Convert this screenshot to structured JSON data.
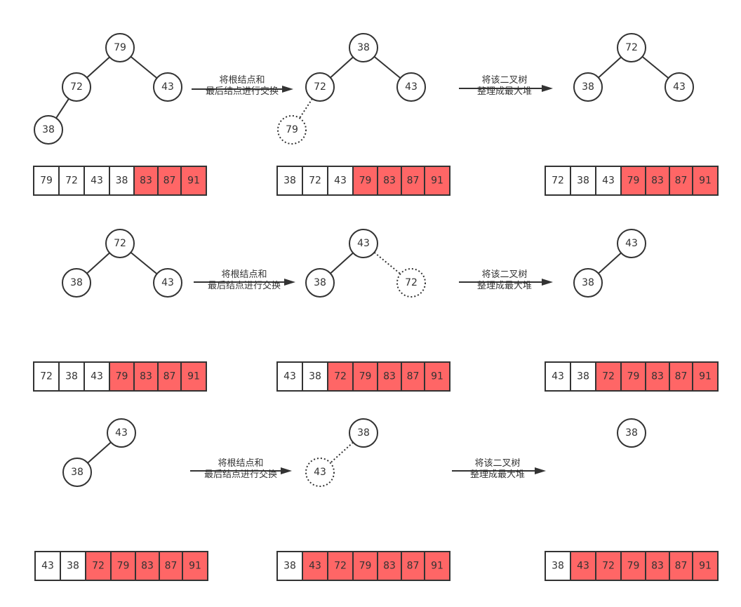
{
  "colors": {
    "sorted": "#ff6666",
    "unsorted": "#ffffff",
    "stroke": "#333333"
  },
  "labels": {
    "swap": [
      "将根结点和",
      "最后结点进行交换"
    ],
    "heapify": [
      "将该二叉树",
      "整理成最大堆"
    ]
  },
  "rows": [
    {
      "stages": [
        {
          "tree": {
            "nodes": [
              {
                "value": "79"
              },
              {
                "value": "72"
              },
              {
                "value": "43"
              },
              {
                "value": "38"
              }
            ],
            "edges": [
              [
                0,
                1,
                "solid"
              ],
              [
                0,
                2,
                "solid"
              ],
              [
                1,
                3,
                "solid"
              ]
            ]
          },
          "array": [
            "79",
            "72",
            "43",
            "38",
            "83",
            "87",
            "91"
          ],
          "sorted_from": 4
        },
        {
          "tree": {
            "nodes": [
              {
                "value": "38"
              },
              {
                "value": "72"
              },
              {
                "value": "43"
              },
              {
                "value": "79",
                "dashed": true
              }
            ],
            "edges": [
              [
                0,
                1,
                "solid"
              ],
              [
                0,
                2,
                "solid"
              ],
              [
                1,
                3,
                "dashed"
              ]
            ]
          },
          "array": [
            "38",
            "72",
            "43",
            "79",
            "83",
            "87",
            "91"
          ],
          "sorted_from": 3
        },
        {
          "tree": {
            "nodes": [
              {
                "value": "72"
              },
              {
                "value": "38"
              },
              {
                "value": "43"
              }
            ],
            "edges": [
              [
                0,
                1,
                "solid"
              ],
              [
                0,
                2,
                "solid"
              ]
            ]
          },
          "array": [
            "72",
            "38",
            "43",
            "79",
            "83",
            "87",
            "91"
          ],
          "sorted_from": 3
        }
      ]
    },
    {
      "stages": [
        {
          "tree": {
            "nodes": [
              {
                "value": "72"
              },
              {
                "value": "38"
              },
              {
                "value": "43"
              }
            ],
            "edges": [
              [
                0,
                1,
                "solid"
              ],
              [
                0,
                2,
                "solid"
              ]
            ]
          },
          "array": [
            "72",
            "38",
            "43",
            "79",
            "83",
            "87",
            "91"
          ],
          "sorted_from": 3
        },
        {
          "tree": {
            "nodes": [
              {
                "value": "43"
              },
              {
                "value": "38"
              },
              {
                "value": "72",
                "dashed": true
              }
            ],
            "edges": [
              [
                0,
                1,
                "solid"
              ],
              [
                0,
                2,
                "dashed"
              ]
            ]
          },
          "array": [
            "43",
            "38",
            "72",
            "79",
            "83",
            "87",
            "91"
          ],
          "sorted_from": 2
        },
        {
          "tree": {
            "nodes": [
              {
                "value": "43"
              },
              {
                "value": "38"
              }
            ],
            "edges": [
              [
                0,
                1,
                "solid"
              ]
            ]
          },
          "array": [
            "43",
            "38",
            "72",
            "79",
            "83",
            "87",
            "91"
          ],
          "sorted_from": 2
        }
      ]
    },
    {
      "stages": [
        {
          "tree": {
            "nodes": [
              {
                "value": "43"
              },
              {
                "value": "38"
              }
            ],
            "edges": [
              [
                0,
                1,
                "solid"
              ]
            ]
          },
          "array": [
            "43",
            "38",
            "72",
            "79",
            "83",
            "87",
            "91"
          ],
          "sorted_from": 2
        },
        {
          "tree": {
            "nodes": [
              {
                "value": "38"
              },
              {
                "value": "43",
                "dashed": true
              }
            ],
            "edges": [
              [
                0,
                1,
                "dashed"
              ]
            ]
          },
          "array": [
            "38",
            "43",
            "72",
            "79",
            "83",
            "87",
            "91"
          ],
          "sorted_from": 1
        },
        {
          "tree": {
            "nodes": [
              {
                "value": "38"
              }
            ],
            "edges": []
          },
          "array": [
            "38",
            "43",
            "72",
            "79",
            "83",
            "87",
            "91"
          ],
          "sorted_from": 1
        }
      ]
    }
  ]
}
